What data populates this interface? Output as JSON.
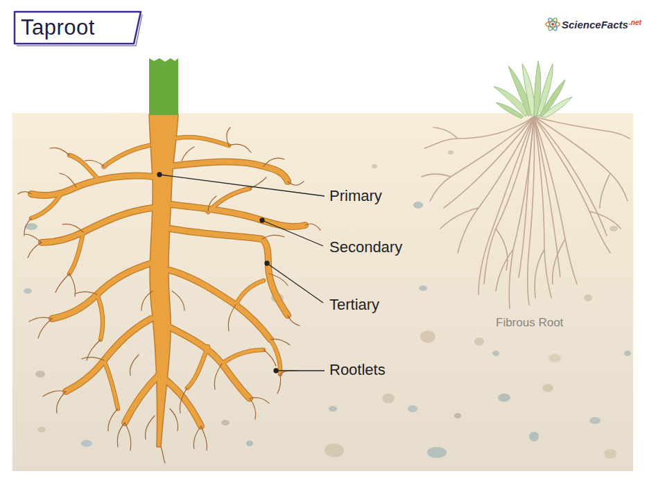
{
  "diagram": {
    "title": "Taproot",
    "labels": [
      "Primary",
      "Secondary",
      "Tertiary",
      "Rootlets",
      "Fibrous Root",
      "ScienceFacts",
      ".net"
    ]
  }
}
